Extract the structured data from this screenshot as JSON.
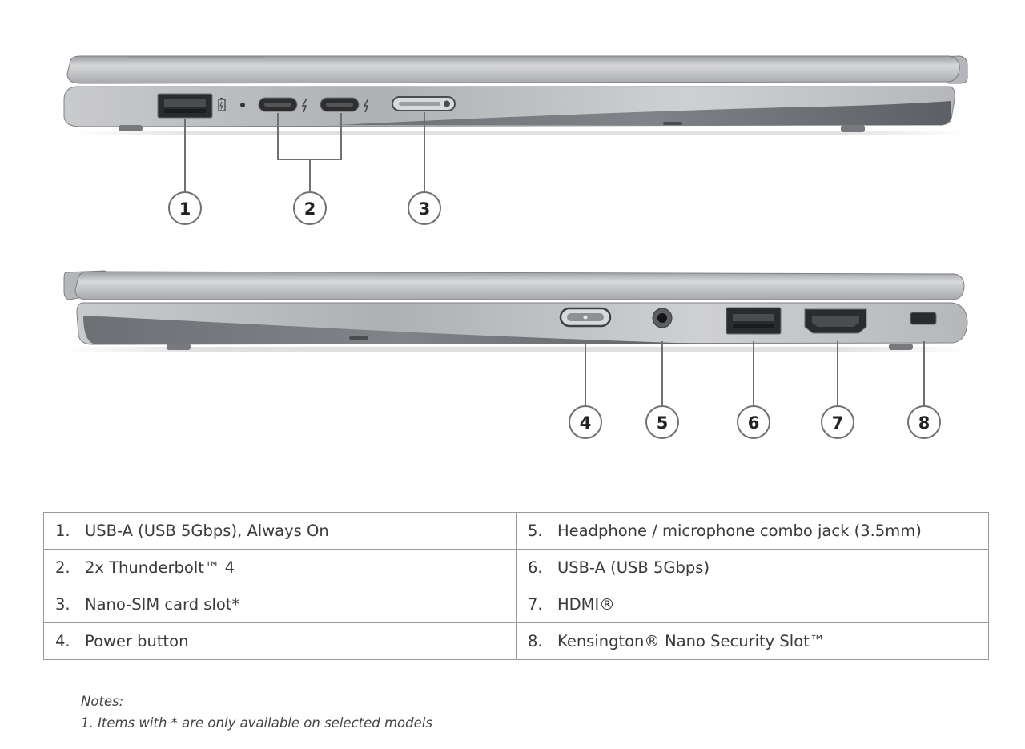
{
  "callouts": [
    "1",
    "2",
    "3",
    "4",
    "5",
    "6",
    "7",
    "8"
  ],
  "table": {
    "rows": [
      [
        {
          "num": "1.",
          "text": "USB-A (USB 5Gbps), Always On"
        },
        {
          "num": "5.",
          "text": "Headphone / microphone combo jack (3.5mm)"
        }
      ],
      [
        {
          "num": "2.",
          "text": "2x Thunderbolt™ 4"
        },
        {
          "num": "6.",
          "text": "USB-A (USB 5Gbps)"
        }
      ],
      [
        {
          "num": "3.",
          "text": "Nano-SIM card slot*"
        },
        {
          "num": "7.",
          "text": "HDMI®"
        }
      ],
      [
        {
          "num": "4.",
          "text": "Power button"
        },
        {
          "num": "8.",
          "text": "Kensington® Nano Security Slot™"
        }
      ]
    ]
  },
  "notes": {
    "title": "Notes:",
    "items": [
      "1. Items with * are only available on selected models"
    ]
  }
}
